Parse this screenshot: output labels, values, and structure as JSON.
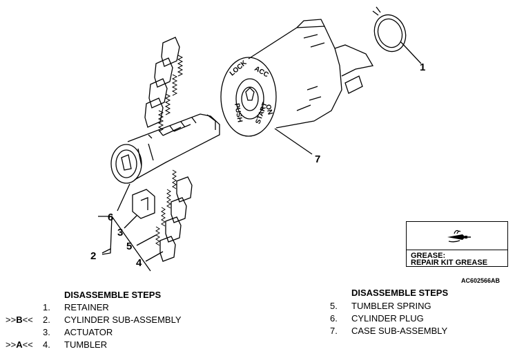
{
  "callouts": {
    "c1": "1",
    "c2": "2",
    "c3": "3",
    "c4": "4",
    "c5": "5",
    "c6": "6",
    "c7": "7"
  },
  "key_cylinder_text": [
    "LOCK",
    "ACC",
    "ON",
    "START",
    "PUSH"
  ],
  "legend": {
    "icon": "grease-tube-icon",
    "line1": "GREASE:",
    "line2": "REPAIR KIT GREASE"
  },
  "figure_code": "AC602566AB",
  "steps_left": {
    "title": "DISASSEMBLE STEPS",
    "items": [
      {
        "mark_pre": "",
        "mark_letter": "",
        "mark_post": "",
        "num": "1.",
        "label": "RETAINER"
      },
      {
        "mark_pre": ">>",
        "mark_letter": "B",
        "mark_post": "<<",
        "num": "2.",
        "label": "CYLINDER SUB-ASSEMBLY"
      },
      {
        "mark_pre": "",
        "mark_letter": "",
        "mark_post": "",
        "num": "3.",
        "label": "ACTUATOR"
      },
      {
        "mark_pre": ">>",
        "mark_letter": "A",
        "mark_post": "<<",
        "num": "4.",
        "label": "TUMBLER"
      }
    ]
  },
  "steps_right": {
    "title": "DISASSEMBLE STEPS",
    "items": [
      {
        "num": "5.",
        "label": "TUMBLER SPRING"
      },
      {
        "num": "6.",
        "label": "CYLINDER PLUG"
      },
      {
        "num": "7.",
        "label": "CASE SUB-ASSEMBLY"
      }
    ]
  }
}
